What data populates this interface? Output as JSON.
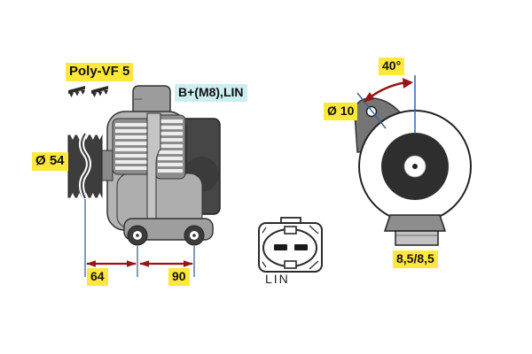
{
  "diagram": {
    "side_view": {
      "belt_label": "Poly-VF 5",
      "belt_icon": "belt-profile-icon",
      "terminal_label": "B+(M8),LIN",
      "pulley_diameter_label": "Ø 54",
      "dimension_a": "64",
      "dimension_b": "90"
    },
    "connector": {
      "label": "LIN"
    },
    "rear_view": {
      "angle_label": "40°",
      "hole_diameter_label": "Ø 10",
      "foot_label": "8,5/8,5"
    }
  },
  "colors": {
    "label_bg": "#ffe839",
    "terminal_bg": "#cbeef1",
    "dim_blue": "#336699",
    "arrow_red": "#991414"
  }
}
